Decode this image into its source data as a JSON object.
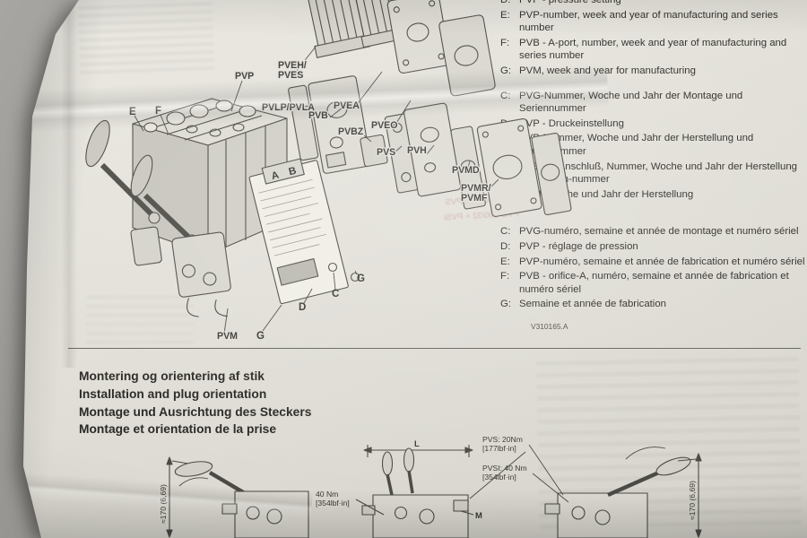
{
  "legend": {
    "en": [
      {
        "k": "D:",
        "t": "PVP - pressure setting"
      },
      {
        "k": "E:",
        "t": "PVP-number, week and year of manufacturing and series number"
      },
      {
        "k": "F:",
        "t": "PVB - A-port, number, week and year of manufacturing and series number"
      },
      {
        "k": "G:",
        "t": "PVM, week and year for manufacturing"
      }
    ],
    "de": [
      {
        "k": "C:",
        "t": "PVG-Nummer, Woche und Jahr der Montage und Seriennummer"
      },
      {
        "k": "D:",
        "t": "PVP - Druckeinstellung"
      },
      {
        "k": "E:",
        "t": "PVP-Nummer, Woche und Jahr der Herstellung und Seriennummer"
      },
      {
        "k": "F:",
        "t": "PVB - A-Anschluß, Nummer, Woche und Jahr der Herstellung und Serien-nummer"
      },
      {
        "k": "G:",
        "t": "PVM, Woche und Jahr der Herstellung"
      }
    ],
    "fr": [
      {
        "k": "C:",
        "t": "PVG-numéro, semaine et année de montage et numéro sériel"
      },
      {
        "k": "D:",
        "t": "PVP - réglage de pression"
      },
      {
        "k": "E:",
        "t": "PVP-numéro, semaine et année de fabrication et numéro sériel"
      },
      {
        "k": "F:",
        "t": "PVB - orifice-A, numéro, semaine et année de fabrication et numéro sériel"
      },
      {
        "k": "G:",
        "t": "Semaine et année de fabrication"
      }
    ]
  },
  "diagram": {
    "labels": {
      "pvp": "PVP",
      "pveh": "PVEH/",
      "pves": "PVES",
      "pvlp": "PVLP/PVLA",
      "pvb": "PVB",
      "pvea": "PVEA",
      "pvbz": "PVBZ",
      "pveo": "PVEO",
      "pvs": "PVS",
      "pvh": "PVH",
      "pvmd": "PVMD",
      "pvmr": "PVMR/",
      "pvmf": "PVMF",
      "pvm": "PVM",
      "a": "A",
      "b": "B",
      "c": "C",
      "d": "D",
      "e": "E",
      "f": "F",
      "g": "G",
      "ref": "V310165.A"
    },
    "bleed": [
      "PVG 120/32 + PVS",
      "PVG 100/32 + PVS",
      "PVG 100/32 + PVSl"
    ]
  },
  "section2": {
    "headings": [
      "Montering og orientering af stik",
      "Installation and plug orientation",
      "Montage und Ausrichtung des Steckers",
      "Montage et orientation de la prise"
    ],
    "labels": {
      "torque40": "40 Nm",
      "torque40b": "[354lbf·in]",
      "pvs": "PVS: 20Nm",
      "pvsb": "[177lbf·in]",
      "pvsi": "PVSI: 40 Nm",
      "pvsib": "[354lbf·in]",
      "dimL": "L",
      "dimM": "M",
      "angle": "≈170 (6,69)"
    }
  }
}
